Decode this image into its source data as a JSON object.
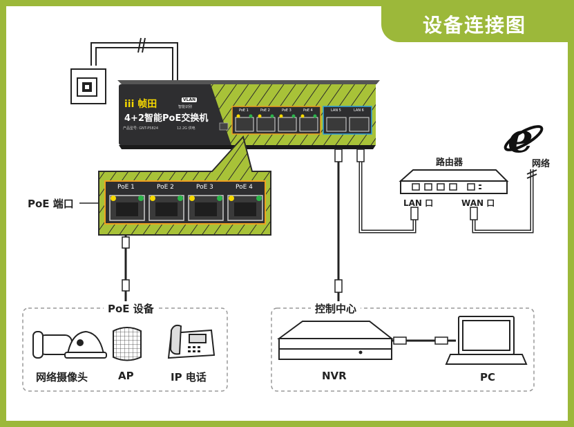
{
  "title": "设备连接图",
  "switch": {
    "brand": "iii 帧田",
    "model_name": "4+2智能PoE交换机",
    "model_no": "产品型号: GNT-P5824",
    "badge": "VLAN",
    "badge_sub": "智能识别",
    "power": "12.2G 供电",
    "ports": [
      "PoE 1",
      "PoE 2",
      "PoE 3",
      "PoE 4"
    ],
    "lan_ports": [
      "LAN 5",
      "LAN 6"
    ]
  },
  "poe_port_label": "PoE 端口",
  "router": {
    "title": "路由器",
    "lan": "LAN 口",
    "wan": "WAN 口"
  },
  "internet_label": "网络",
  "poe_devices": {
    "group_title": "PoE 设备",
    "items": [
      "网络摄像头",
      "AP",
      "IP 电话"
    ]
  },
  "control_center": {
    "group_title": "控制中心",
    "items": [
      "NVR",
      "PC"
    ]
  },
  "colors": {
    "accent": "#9cb83a",
    "switch_body": "#2e2e30",
    "led_yellow": "#f5d800",
    "led_green": "#2bb34a"
  }
}
